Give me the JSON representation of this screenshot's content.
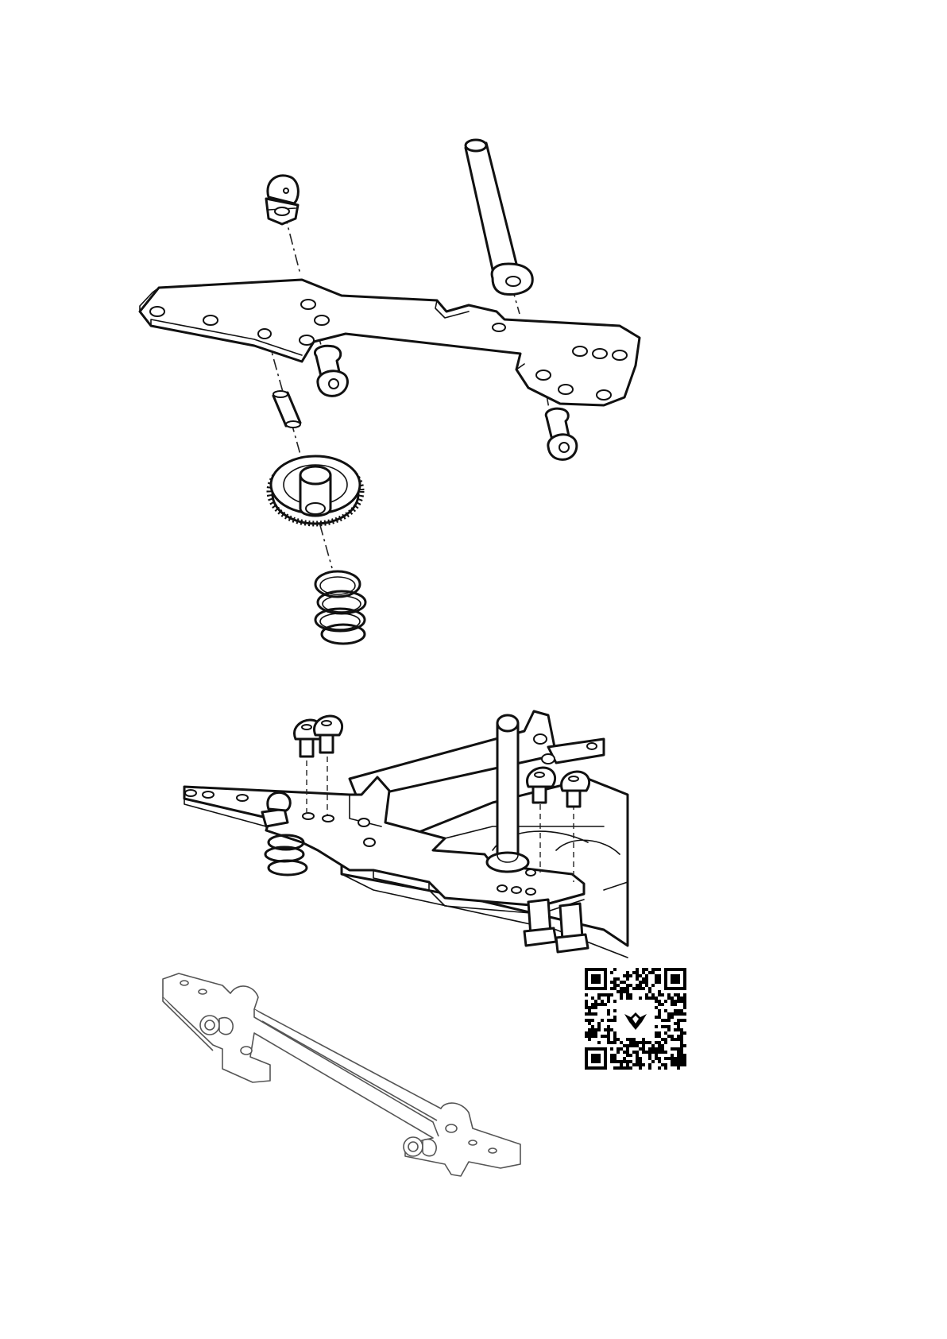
{
  "document": {
    "type": "assembly-instruction-page",
    "steps": [
      {
        "name": "exploded-view",
        "parts": [
          "ball-stud",
          "bridge-plate",
          "post",
          "button-head-screw",
          "button-head-screw",
          "pin",
          "spur-gear",
          "spring"
        ]
      },
      {
        "name": "assembled-view",
        "parts": [
          "button-head-screw",
          "button-head-screw",
          "button-head-screw",
          "button-head-screw",
          "post",
          "spring",
          "chassis"
        ]
      },
      {
        "name": "steering-rack-view",
        "parts": [
          "steering-rack",
          "ball-stud",
          "ball-stud"
        ]
      }
    ]
  },
  "colors": {
    "line": "#111111",
    "background": "#ffffff",
    "qr": "#000000"
  },
  "icons": {
    "qr_code": "qr-code",
    "logo": "dragon-logo"
  }
}
